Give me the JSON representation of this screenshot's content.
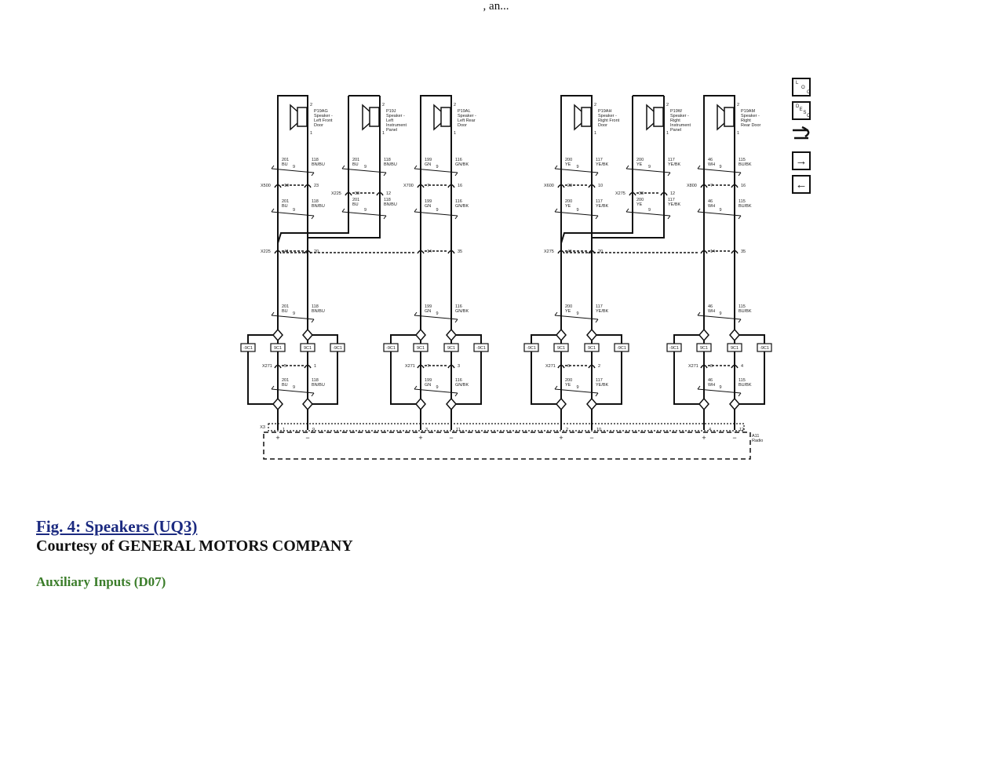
{
  "header_text": ", an...",
  "caption": {
    "figure_link": "Fig. 4: Speakers (UQ3)",
    "courtesy": "Courtesy of GENERAL MOTORS COMPANY",
    "next_section": "Auxiliary Inputs (D07)"
  },
  "side_icons": [
    {
      "name": "loc-icon",
      "text": "L O C"
    },
    {
      "name": "desc-icon",
      "text": "D E S C"
    },
    {
      "name": "connector-icon",
      "text": ""
    },
    {
      "name": "next-arrow-icon",
      "text": "→"
    },
    {
      "name": "prev-arrow-icon",
      "text": "←"
    }
  ],
  "diagram": {
    "shield_label": "9",
    "splice_label": "9C1",
    "splice_neg_label": "-9C1",
    "x3_label": "X3",
    "radio_id": "A11",
    "radio_name": "Radio",
    "plus": "+",
    "minus": "−",
    "groups": [
      {
        "speaker": {
          "id": "P19AG",
          "lines": [
            "Speaker -",
            "Left Front",
            "Door"
          ]
        },
        "wires": [
          {
            "circuit": "201",
            "color": "BU"
          },
          {
            "circuit": "118",
            "color": "BN/BU"
          }
        ],
        "upper_conn": {
          "id": "X500",
          "pins": [
            "10",
            "23"
          ]
        },
        "instr": {
          "speaker": {
            "id": "P19J",
            "lines": [
              "Speaker -",
              "Left",
              "Instrument",
              "Panel"
            ]
          },
          "conn": {
            "id": "X225",
            "pins": [
              "33",
              "12"
            ]
          }
        },
        "mid_conn": {
          "id": "X225",
          "pins": [
            "41",
            "20"
          ]
        },
        "x271": {
          "id": "X271",
          "pins": [
            "5",
            "1"
          ]
        },
        "radio_pins": [
          "1",
          "9"
        ]
      },
      {
        "speaker": {
          "id": "P19AL",
          "lines": [
            "Speaker -",
            "Left Rear",
            "Door"
          ]
        },
        "wires": [
          {
            "circuit": "199",
            "color": "GN"
          },
          {
            "circuit": "116",
            "color": "GN/BK"
          }
        ],
        "upper_conn": {
          "id": "X700",
          "pins": [
            "7",
            "16"
          ]
        },
        "mid_conn": {
          "id": "",
          "pins": [
            "14",
            "35"
          ]
        },
        "x271": {
          "id": "X271",
          "pins": [
            "7",
            "3"
          ]
        },
        "radio_pins": [
          "3",
          "11"
        ]
      },
      {
        "speaker": {
          "id": "P19AH",
          "lines": [
            "Speaker -",
            "Right Front",
            "Door"
          ]
        },
        "wires": [
          {
            "circuit": "200",
            "color": "YE"
          },
          {
            "circuit": "117",
            "color": "YE/BK"
          }
        ],
        "upper_conn": {
          "id": "X600",
          "pins": [
            "23",
            "10"
          ]
        },
        "instr": {
          "speaker": {
            "id": "P19W",
            "lines": [
              "Speaker -",
              "Right",
              "Instrument",
              "Panel"
            ]
          },
          "conn": {
            "id": "X275",
            "pins": [
              "33",
              "12"
            ]
          }
        },
        "mid_conn": {
          "id": "X275",
          "pins": [
            "41",
            "20"
          ]
        },
        "x271": {
          "id": "X271",
          "pins": [
            "6",
            "2"
          ]
        },
        "radio_pins": [
          "2",
          "10"
        ]
      },
      {
        "speaker": {
          "id": "P19AM",
          "lines": [
            "Speaker -",
            "Right",
            "Rear Door"
          ]
        },
        "wires": [
          {
            "circuit": "46",
            "color": "WH"
          },
          {
            "circuit": "115",
            "color": "BU/BK"
          }
        ],
        "upper_conn": {
          "id": "X800",
          "pins": [
            "7",
            "16"
          ]
        },
        "mid_conn": {
          "id": "",
          "pins": [
            "14",
            "35"
          ]
        },
        "x271": {
          "id": "X271",
          "pins": [
            "8",
            "4"
          ]
        },
        "radio_pins": [
          "4",
          "12"
        ]
      }
    ]
  }
}
